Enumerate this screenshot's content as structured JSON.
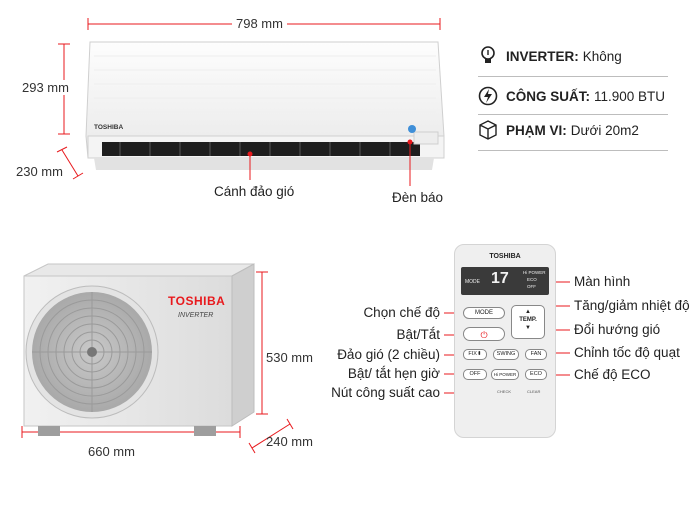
{
  "indoor": {
    "width": "798 mm",
    "height": "293 mm",
    "depth": "230 mm",
    "brand": "TOSHIBA",
    "label_louver": "Cánh đảo gió",
    "label_indicator": "Đèn báo"
  },
  "specs": [
    {
      "icon": "bulb-icon",
      "key": "INVERTER:",
      "value": "Không"
    },
    {
      "icon": "lightning-icon",
      "key": "CÔNG SUẤT:",
      "value": "11.900 BTU"
    },
    {
      "icon": "cube-icon",
      "key": "PHẠM VI:",
      "value": "Dưới 20m2"
    }
  ],
  "outdoor": {
    "brand": "TOSHIBA",
    "sub": "INVERTER",
    "width": "660 mm",
    "height": "530 mm",
    "depth": "240 mm"
  },
  "remote": {
    "brand": "TOSHIBA",
    "display_value": "17",
    "btn_mode": "MODE",
    "btn_swing": "SWING",
    "btn_fan": "FAN",
    "btn_fix": "FIX",
    "btn_off": "OFF",
    "btn_hipower": "Hi POWER",
    "btn_eco": "ECO",
    "btn_temp": "TEMP.",
    "small_check": "CHECK",
    "small_clear": "CLEAR",
    "disp_hipower": "Hi POWER",
    "disp_eco": "ECO",
    "disp_off": "OFF",
    "disp_mode": "MODE",
    "labels_left": [
      "Chọn chế độ",
      "Bật/Tắt",
      "Đảo gió (2 chiều)",
      "Bật/ tắt hẹn giờ",
      "Nút công suất cao"
    ],
    "labels_right": [
      "Màn hình",
      "Tăng/giảm nhiệt độ",
      "Đổi hướng gió",
      "Chỉnh tốc độ quạt",
      "Chế độ ECO"
    ]
  },
  "colors": {
    "accent": "#e8191d",
    "brand": "#111111"
  }
}
